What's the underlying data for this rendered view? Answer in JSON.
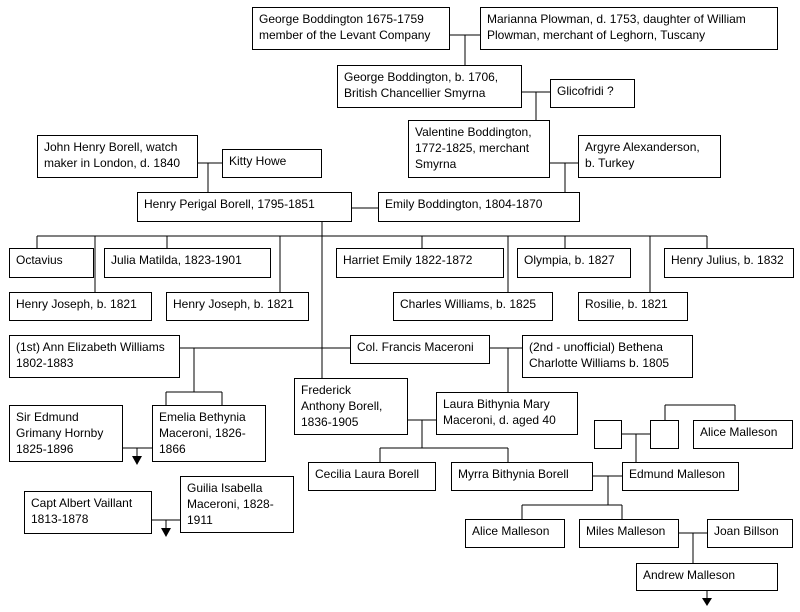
{
  "people": {
    "george_1675": "George Boddington  1675-1759\nmember of the Levant Company",
    "marianna": "Marianna Plowman, d. 1753, daughter of William\nPlowman, merchant of Leghorn, Tuscany",
    "george_1706": "George Boddington, b. 1706,\nBritish Chancellier Smyrna",
    "glicofridi": "Glicofridi ?",
    "valentine": "Valentine Boddington,\n1772-1825, merchant\nSmyrna",
    "argyre": "Argyre Alexanderson,\nb. Turkey",
    "john_henry": "John Henry Borell, watch\nmaker in London, d. 1840",
    "kitty": "Kitty Howe",
    "henry_perigal": "Henry Perigal Borell, 1795-1851",
    "emily": "Emily Boddington, 1804-1870",
    "octavius": "Octavius",
    "julia": "Julia Matilda, 1823-1901",
    "harriet": "Harriet Emily 1822-1872",
    "olympia": "Olympia, b. 1827",
    "henry_julius": "Henry Julius, b. 1832",
    "henry_joseph_1": "Henry Joseph, b. 1821",
    "henry_joseph_2": "Henry Joseph, b. 1821",
    "charles": "Charles Williams, b. 1825",
    "rosilie": "Rosilie, b. 1821",
    "ann": "(1st) Ann Elizabeth Williams\n1802-1883",
    "francis": "Col. Francis Maceroni",
    "bethena": "(2nd - unofficial) Bethena\nCharlotte Williams b. 1805",
    "frederick": "Frederick\nAnthony Borell,\n1836-1905",
    "laura": "Laura Bithynia Mary\nMaceroni, d. aged 40",
    "edmund_hornby": "Sir Edmund\nGrimany Hornby\n1825-1896",
    "emelia": "Emelia Bethynia\nMaceroni, 1826-\n1866",
    "alice_1": "Alice Malleson",
    "cecilia": "Cecilia Laura Borell",
    "myrra": "Myrra Bithynia Borell",
    "edmund_malleson": "Edmund Malleson",
    "albert": "Capt Albert Vaillant\n1813-1878",
    "guilia": "Guilia Isabella\nMaceroni, 1828-\n1911",
    "alice_2": "Alice Malleson",
    "miles": "Miles Malleson",
    "joan": "Joan Billson",
    "andrew": "Andrew Malleson"
  }
}
